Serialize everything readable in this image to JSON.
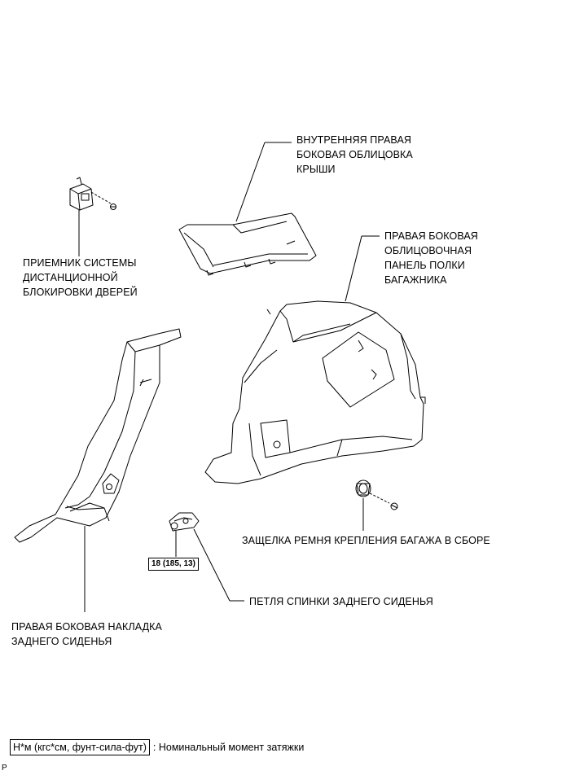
{
  "parts": {
    "roof_trim": "ВНУТРЕННЯЯ ПРАВАЯ\nБОКОВАЯ ОБЛИЦОВКА\nКРЫШИ",
    "deck_trim": "ПРАВАЯ БОКОВАЯ\nОБЛИЦОВОЧНАЯ\nПАНЕЛЬ ПОЛКИ\nБАГАЖНИКА",
    "receiver": "ПРИЕМНИК СИСТЕМЫ\nДИСТАНЦИОННОЙ\nБЛОКИРОВКИ ДВЕРЕЙ",
    "latch": "ЗАЩЕЛКА РЕМНЯ КРЕПЛЕНИЯ БАГАЖА В СБОРЕ",
    "hinge": "ПЕТЛЯ СПИНКИ ЗАДНЕГО СИДЕНЬЯ",
    "seat_trim": "ПРАВАЯ БОКОВАЯ НАКЛАДКА\nЗАДНЕГО СИДЕНЬЯ"
  },
  "torque": "18 (185, 13)",
  "legend": {
    "units": "Н*м (кгс*см, фунт-сила-фут)",
    "desc": ": Номинальный момент затяжки"
  },
  "corner_mark": "P"
}
